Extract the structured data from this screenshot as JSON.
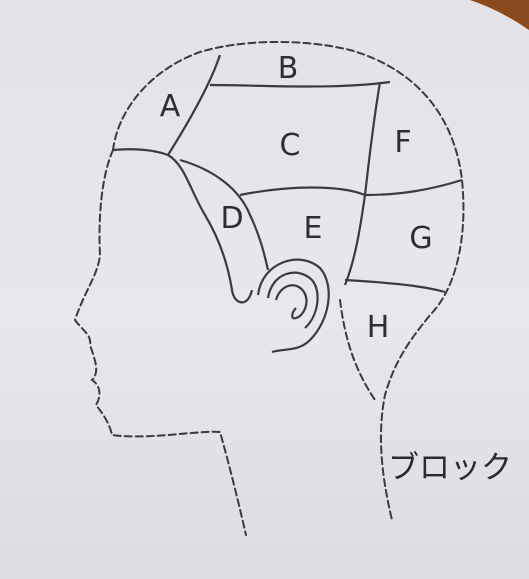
{
  "diagram": {
    "zones": [
      {
        "id": "A",
        "label": "A"
      },
      {
        "id": "B",
        "label": "B"
      },
      {
        "id": "C",
        "label": "C"
      },
      {
        "id": "D",
        "label": "D"
      },
      {
        "id": "E",
        "label": "E"
      },
      {
        "id": "F",
        "label": "F"
      },
      {
        "id": "G",
        "label": "G"
      },
      {
        "id": "H",
        "label": "H"
      }
    ],
    "caption": "ブロック"
  },
  "colors": {
    "paper": "#e7e5ea",
    "ink": "#3b3b3e",
    "corner_accent": "#8a4a1e"
  }
}
